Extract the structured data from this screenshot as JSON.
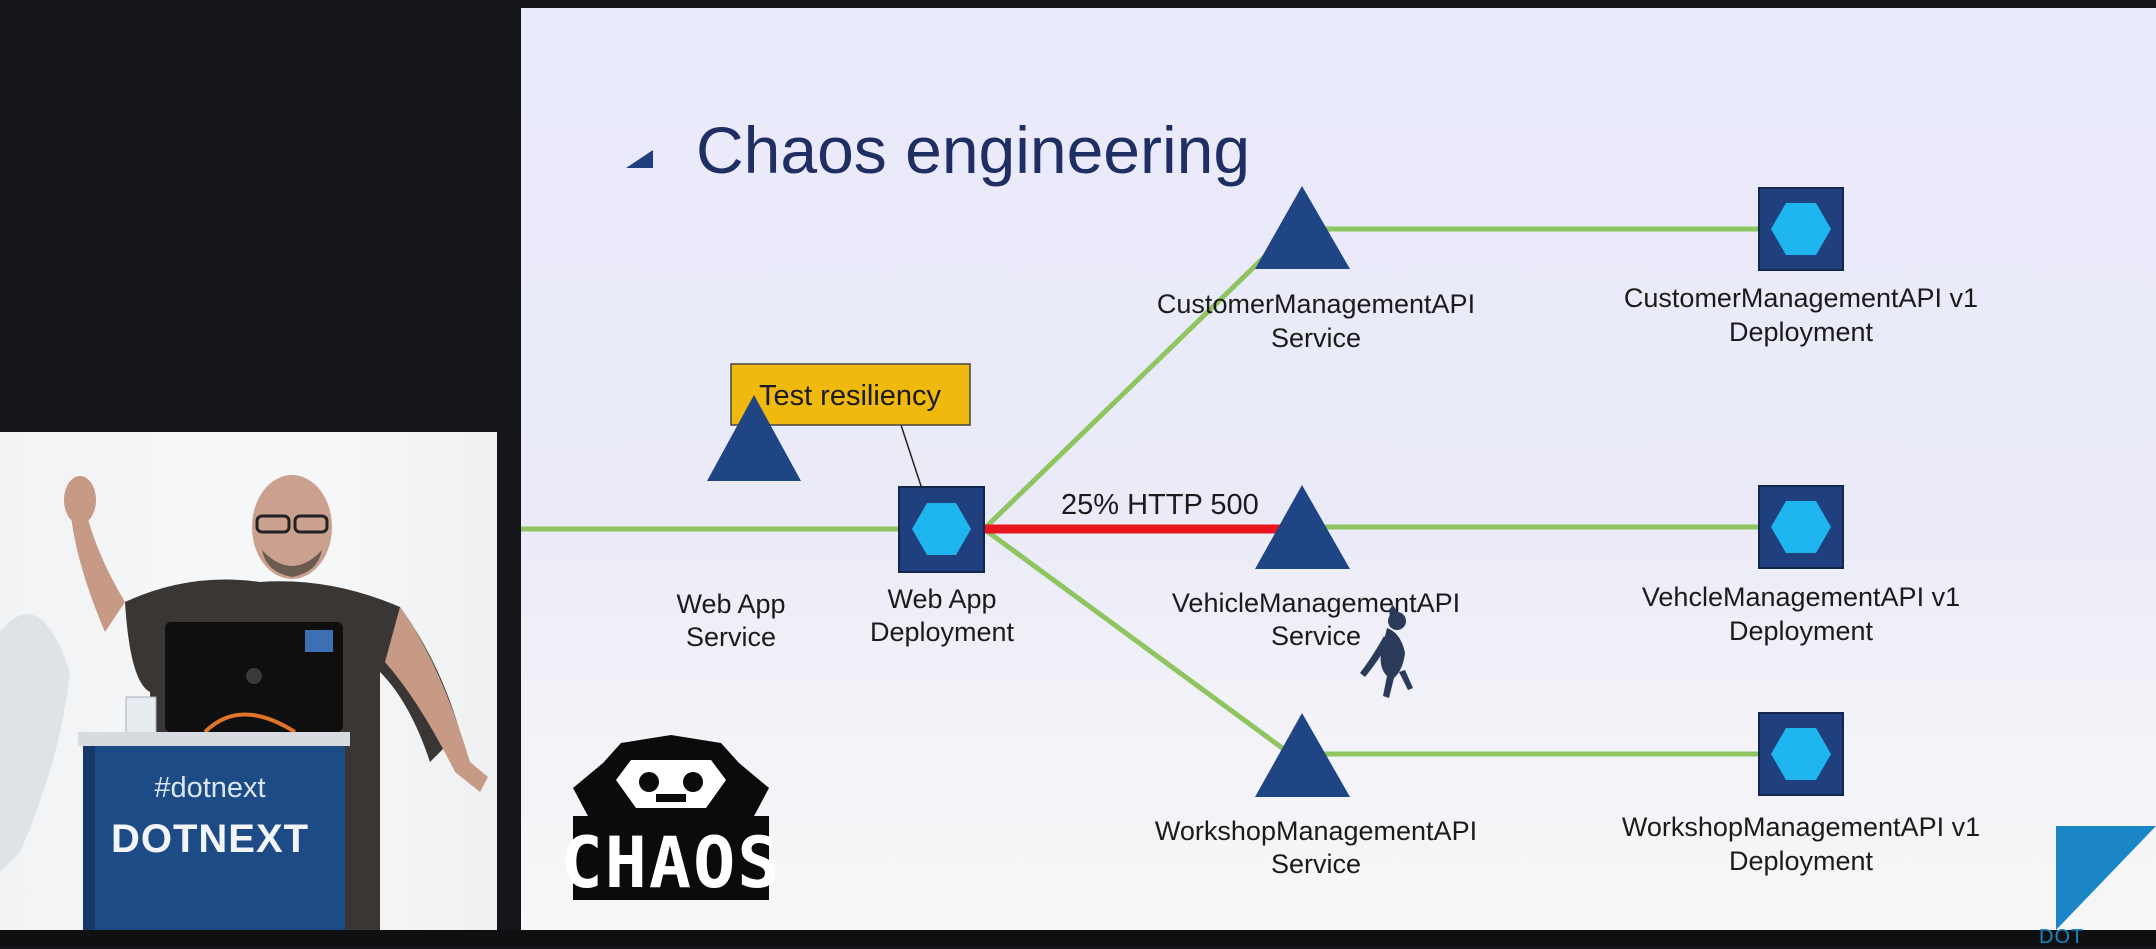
{
  "slide": {
    "title": "Chaos engineering",
    "callout": "Test resiliency",
    "fault_label": "25% HTTP 500",
    "nodes": {
      "webapp_service": [
        "Web App",
        "Service"
      ],
      "webapp_deployment": [
        "Web App",
        "Deployment"
      ],
      "customer_service": [
        "CustomerManagementAPI",
        "Service"
      ],
      "customer_deployment": [
        "CustomerManagementAPI v1",
        "Deployment"
      ],
      "vehicle_service": [
        "VehicleManagementAPI",
        "Service"
      ],
      "vehicle_deployment": [
        "VehcleManagementAPI v1",
        "Deployment"
      ],
      "workshop_service": [
        "WorkshopManagementAPI",
        "Service"
      ],
      "workshop_deployment": [
        "WorkshopManagementAPI v1",
        "Deployment"
      ]
    },
    "chaos_logo_text": "CHAOS",
    "colors": {
      "triangle": "#1f4585",
      "deployment_box": "#1f3f7e",
      "hexagon": "#1fb6ef",
      "edge": "#8fc560",
      "fault_edge": "#e8141e",
      "callout_fill": "#f0b90d"
    }
  },
  "speaker": {
    "hashtag": "#dotnext",
    "podium_brand": "DOTNEXT"
  },
  "footer": {
    "brand": "DOT"
  }
}
